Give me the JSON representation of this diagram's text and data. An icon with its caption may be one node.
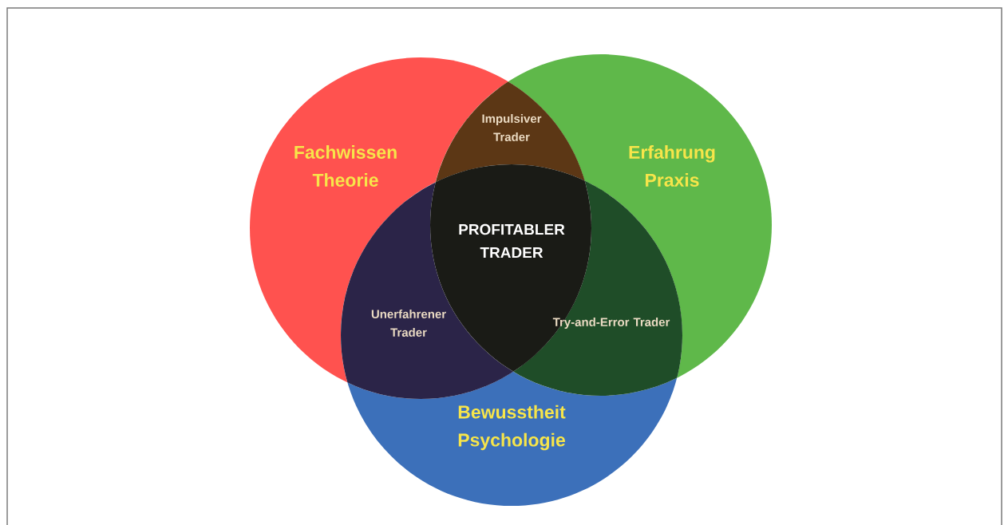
{
  "diagram": {
    "nodes": [
      {
        "text": [
          "Impulsiver Trader"
        ]
      },
      {
        "text": [
          "Fachwissen Theorie"
        ]
      },
      {
        "text": [
          "Erfahrung Praxis"
        ]
      },
      {
        "text": [
          "PROFITABLER TRADER"
        ]
      },
      {
        "text": [
          "Unerfahrener Trader"
        ]
      },
      {
        "text": [
          "Try-and-Error Trader"
        ]
      },
      {
        "text": [
          "Bewusstheit Psychologie"
        ]
      }
    ]
  }
}
